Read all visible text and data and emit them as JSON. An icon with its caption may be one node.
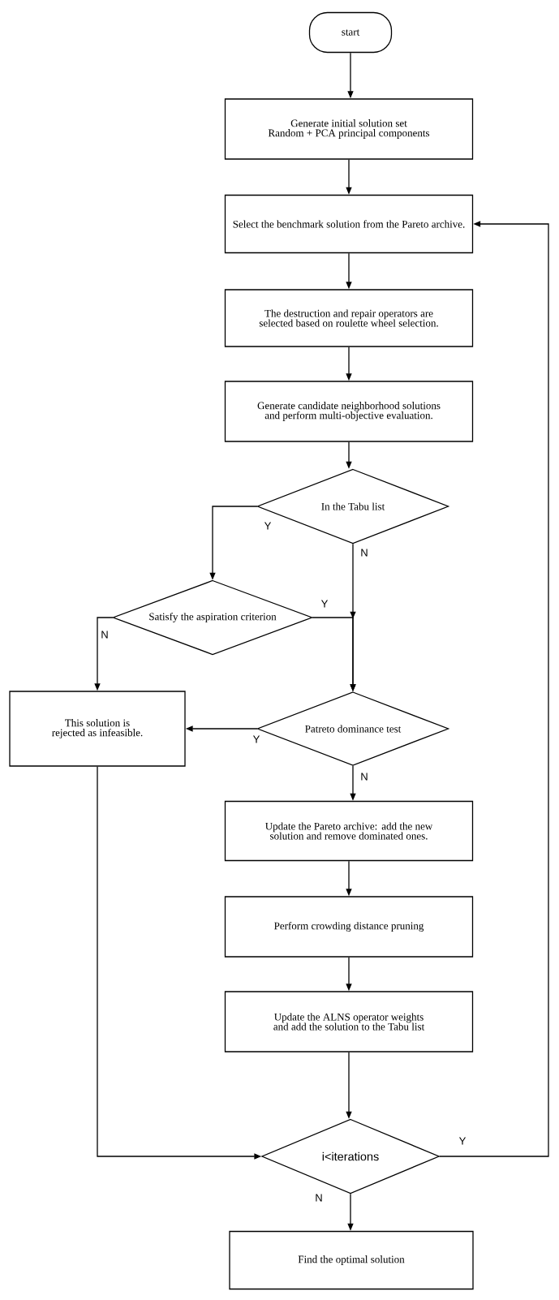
{
  "diagram": {
    "nodes": [
      {
        "text": [
          "start"
        ]
      },
      {
        "text": [
          "Generate initial solution set",
          "Random + PCA principal components"
        ]
      },
      {
        "text": [
          "Select the benchmark solution from the Pareto archive."
        ]
      },
      {
        "text": [
          "The destruction and repair operators are selected based on roulette wheel selection."
        ]
      },
      {
        "text": [
          "Generate candidate neighborhood solutions and perform multi-objective evaluation."
        ]
      },
      {
        "text": [
          "In the Tabu list"
        ]
      },
      {
        "text": [
          "Satisfy the aspiration criterion"
        ]
      },
      {
        "text": [
          "This solution is rejected as infeasible."
        ]
      },
      {
        "text": [
          "Patreto dominance test"
        ]
      },
      {
        "text": [
          "Update the Pareto archive: add the new solution and remove dominated ones."
        ]
      },
      {
        "text": [
          "Perform crowding distance pruning"
        ]
      },
      {
        "text": [
          "Update the ALNS operator weights and add the solution to the Tabu list"
        ]
      },
      {
        "text": [
          "i<iterations"
        ]
      },
      {
        "text": [
          "Find the optimal solution"
        ]
      }
    ],
    "edges": [
      {
        "from": 0,
        "to": 1,
        "arrow": "to"
      },
      {
        "from": 1,
        "to": 2,
        "arrow": "to"
      },
      {
        "from": 2,
        "to": 3,
        "arrow": "to"
      },
      {
        "from": 3,
        "to": 4,
        "arrow": "to"
      },
      {
        "from": 4,
        "to": 5,
        "arrow": "to"
      },
      {
        "from": 5,
        "to": 6,
        "arrow": "to",
        "label": "Y"
      },
      {
        "from": 5,
        "to": 8,
        "arrow": "to",
        "label": "N"
      },
      {
        "from": 6,
        "to": 8,
        "arrow": "to",
        "label": "Y"
      },
      {
        "from": 6,
        "to": 7,
        "arrow": "to",
        "label": "N"
      },
      {
        "from": 8,
        "to": 7,
        "arrow": "to",
        "label": "Y"
      },
      {
        "from": 8,
        "to": 9,
        "arrow": "to",
        "label": "N"
      },
      {
        "from": 9,
        "to": 10,
        "arrow": "to"
      },
      {
        "from": 10,
        "to": 11,
        "arrow": "to"
      },
      {
        "from": 11,
        "to": 12,
        "arrow": "to"
      },
      {
        "from": 7,
        "to": 12,
        "arrow": "to"
      },
      {
        "from": 12,
        "to": 2,
        "arrow": "to",
        "label": "Y"
      },
      {
        "from": 12,
        "to": 13,
        "arrow": "to",
        "label": "N"
      }
    ]
  }
}
